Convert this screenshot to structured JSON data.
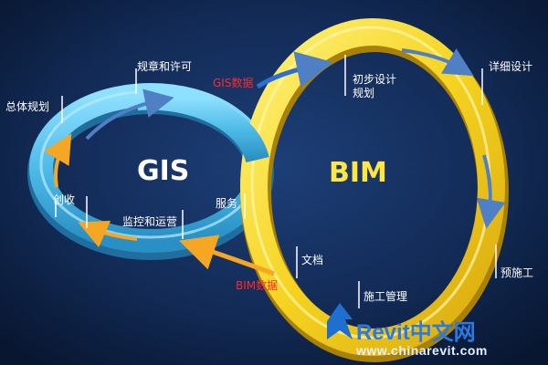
{
  "colors": {
    "background": "#0c1f3f",
    "gis_ring": "#56c3ee",
    "bim_ring": "#f2d22a",
    "gis_label": "#ffffff",
    "bim_label": "#ffe640",
    "data_label": "#ff2a2a"
  },
  "gis": {
    "title": "GIS",
    "stages": {
      "planning": "规章和许可",
      "master_plan": "总体规划",
      "creation": "创收",
      "monitoring": "监控和运营",
      "service": "服务"
    }
  },
  "bim": {
    "title": "BIM",
    "stages": {
      "preliminary": "初步设计规划",
      "detailed": "详细设计",
      "prefab": "预施工",
      "construction": "施工管理",
      "documents": "文档"
    }
  },
  "flows": {
    "gis_to_bim": "GIS数据",
    "bim_to_gis": "BIM数据"
  },
  "watermark": {
    "brand": "Revit中文网",
    "url": "www.chinarevit.com"
  }
}
